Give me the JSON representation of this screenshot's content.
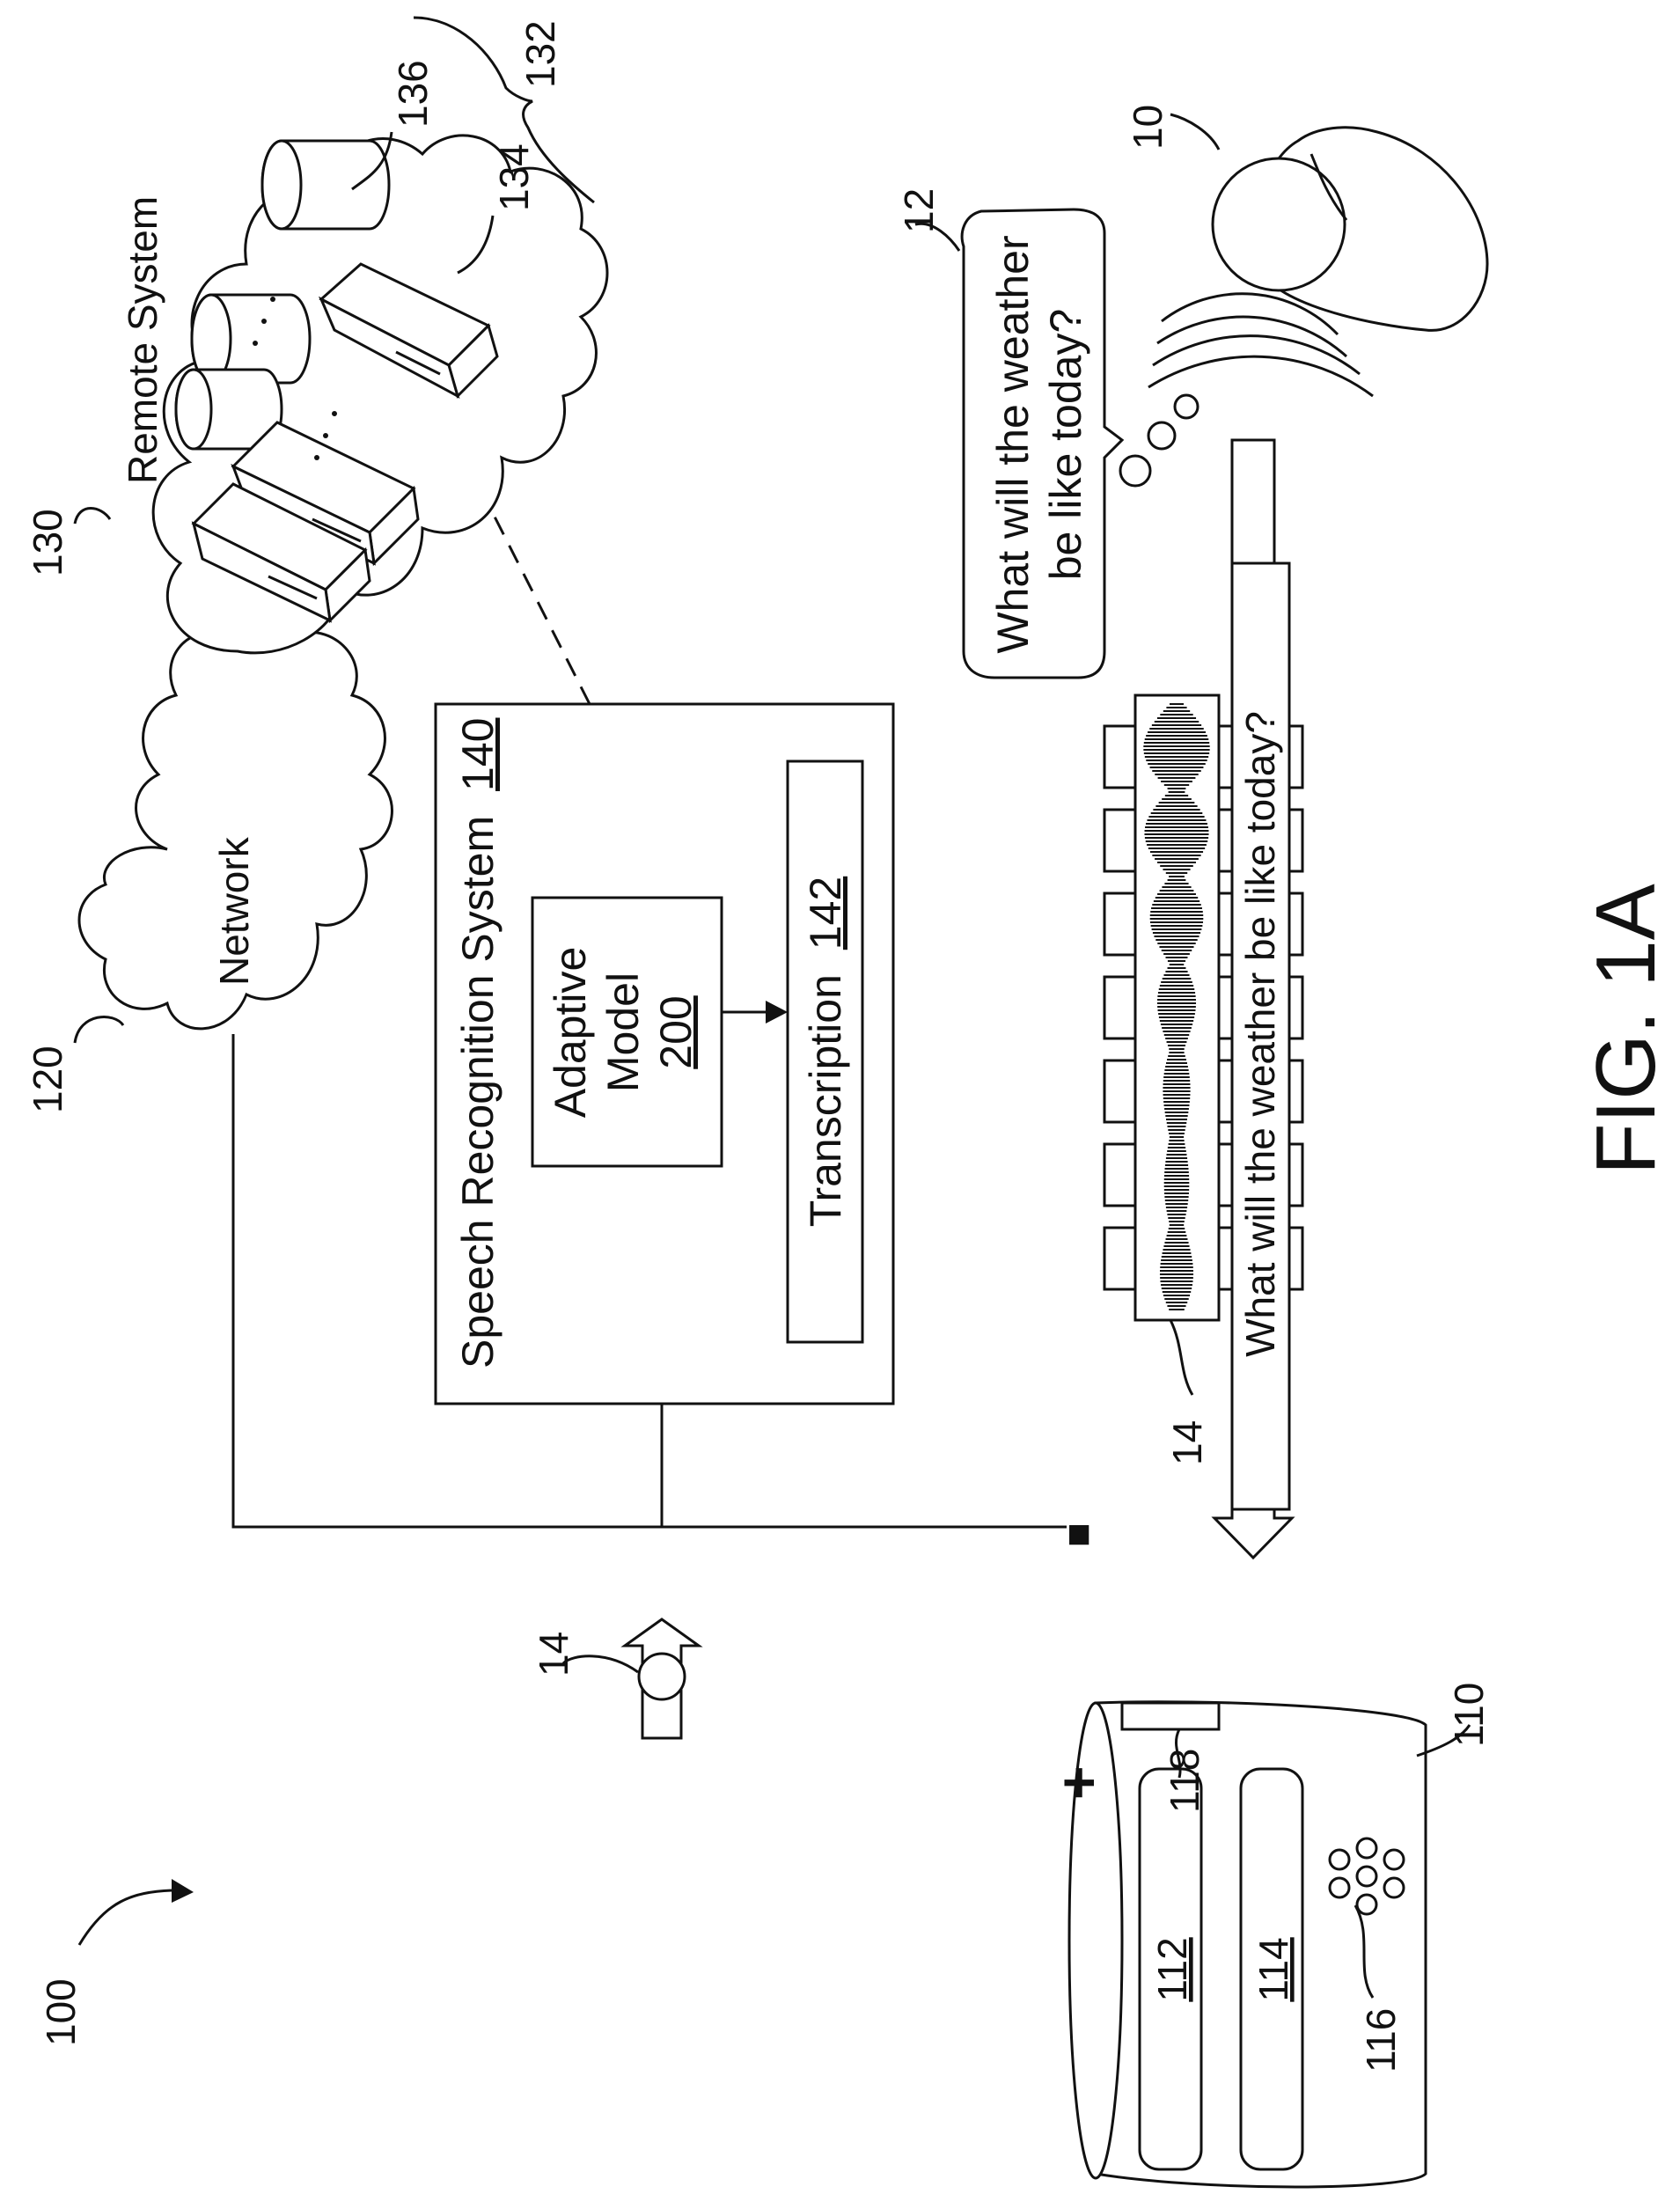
{
  "figure_label": "FIG. 1A",
  "system_ref": "100",
  "network": {
    "label": "Network",
    "ref": "120"
  },
  "remote_system": {
    "label": "Remote System",
    "ref": "130",
    "group_ref": "132",
    "server_ref": "134",
    "storage_ref": "136"
  },
  "speech_recognition": {
    "title": "Speech Recognition System",
    "title_ref": "140",
    "model_line1": "Adaptive",
    "model_line2": "Model",
    "model_ref": "200",
    "transcription_label": "Transcription",
    "transcription_ref": "142"
  },
  "device": {
    "ref": "110",
    "component_a_ref": "112",
    "component_b_ref": "114",
    "audio_ref": "116",
    "display_ref": "118",
    "minus_symbol": "■",
    "plus_symbol": "+"
  },
  "user": {
    "ref": "10"
  },
  "utterance": {
    "ref": "12",
    "line1": "What will the weather",
    "line2": "be like today?"
  },
  "audio_data": {
    "ref": "14",
    "caption": "What will the weather be like today?"
  },
  "arrow_ref": "14",
  "colors": {
    "line": "#111111",
    "background": "#ffffff"
  }
}
